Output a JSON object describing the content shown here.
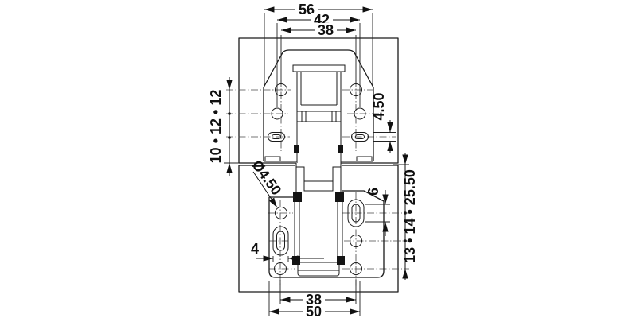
{
  "drawing": {
    "type": "technical-dimension-drawing",
    "subject": "concealed hinge with door plate and frame plate",
    "background_color": "#ffffff",
    "line_color": "#1b1b1b",
    "centerline_color": "#4a4a4a"
  },
  "dimensions": {
    "top_outer_width": "56",
    "top_row2_hole_spacing": "42",
    "top_row1_hole_spacing": "38",
    "left_vertical_chain": "10 • 12 • 12",
    "plate_slot_height": "4.50",
    "hole_diameter_callout": "Ø4.50",
    "frame_slot_length": "6",
    "right_vertical_chain": "13 • 14 • 25.50",
    "frame_slot_width": "4",
    "bottom_hole_spacing": "38",
    "bottom_outer_width": "50"
  }
}
